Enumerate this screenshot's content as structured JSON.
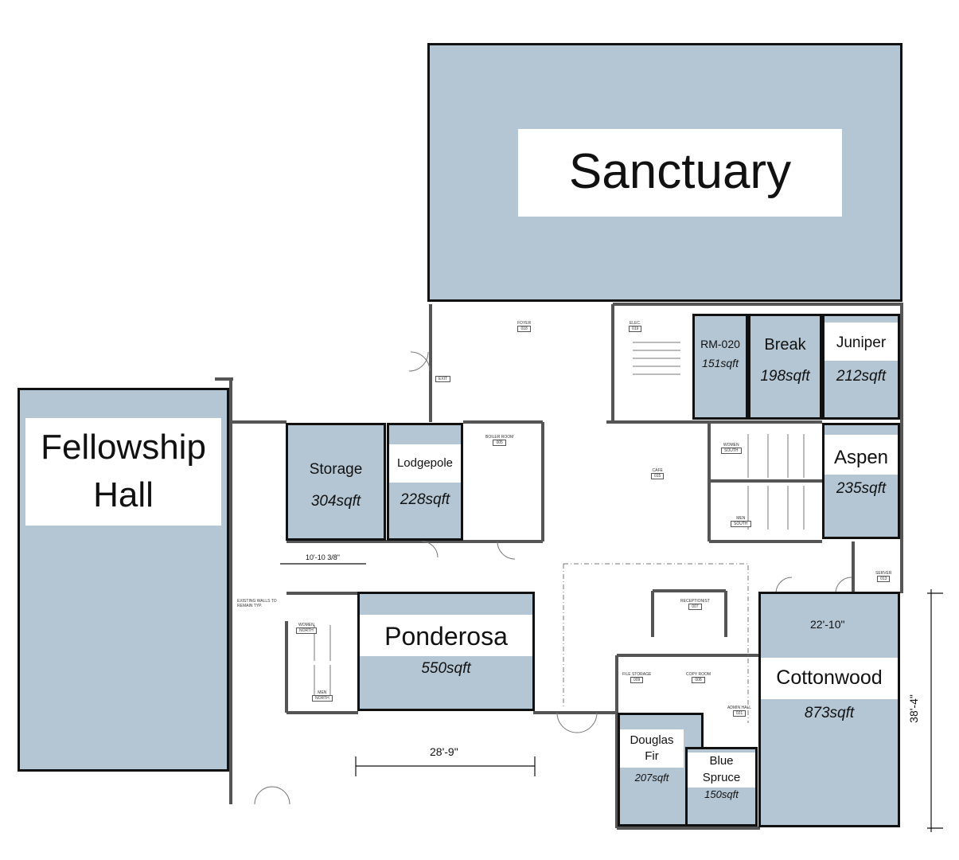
{
  "rooms": {
    "sanctuary": {
      "name": "Sanctuary"
    },
    "fellowship": {
      "line1": "Fellowship",
      "line2": "Hall"
    },
    "storage": {
      "name": "Storage",
      "area": "304sqft"
    },
    "lodgepole": {
      "name": "Lodgepole",
      "area": "228sqft"
    },
    "rm020": {
      "name": "RM-020",
      "area": "151sqft"
    },
    "break": {
      "name": "Break",
      "area": "198sqft"
    },
    "juniper": {
      "name": "Juniper",
      "area": "212sqft"
    },
    "aspen": {
      "name": "Aspen",
      "area": "235sqft"
    },
    "ponderosa": {
      "name": "Ponderosa",
      "area": "550sqft"
    },
    "cottonwood": {
      "name": "Cottonwood",
      "area": "873sqft"
    },
    "douglas_fir": {
      "line1": "Douglas",
      "line2": "Fir",
      "area": "207sqft"
    },
    "blue_spruce": {
      "line1": "Blue",
      "line2": "Spruce",
      "area": "150sqft"
    }
  },
  "dimensions": {
    "ponderosa_width": "28'-9\"",
    "cottonwood_width": "22'-10\"",
    "cottonwood_height": "38'-4\"",
    "corridor_width": "10'-10 3/8\""
  },
  "labels": {
    "foyer": "FOYER",
    "foyer_no": "018",
    "elec": "ELEC.",
    "elec_no": "019",
    "boiler": "BOILER ROOM",
    "boiler_no": "005",
    "cafe": "CAFE",
    "cafe_no": "015",
    "women_south": "WOMEN",
    "south1": "SOUTH",
    "men_south": "MEN",
    "south2": "SOUTH",
    "server": "SERVER",
    "server_no": "013",
    "receptionist": "RECEPTIONIST",
    "receptionist_no": "007",
    "file_storage": "FILE STORAGE",
    "file_storage_no": "009",
    "copy_room": "COPY ROOM",
    "copy_room_no": "008",
    "admin_hall": "ADMIN HALL",
    "admin_hall_no": "021",
    "women_north": "WOMEN",
    "north1": "NORTH",
    "men_north": "MEN",
    "north2": "NORTH",
    "exit": "EXIT",
    "existing_walls": "EXISTING WALLS TO REMAIN TYP."
  },
  "colors": {
    "room_fill": "#b4c6d4",
    "label_band": "#ffffff",
    "wall": "#555555"
  }
}
